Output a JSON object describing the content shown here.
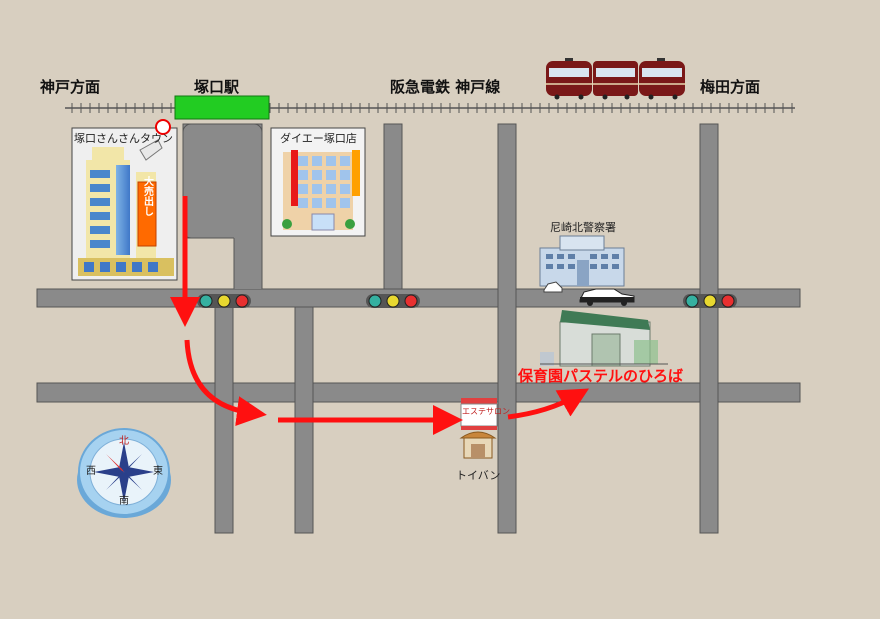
{
  "labels": {
    "kobe_direction": "神戸方面",
    "station": "塚口駅",
    "railway_line": "阪急電鉄 神戸線",
    "umeda_direction": "梅田方面",
    "tsukaguchi_town": "塚口さんさんタウン",
    "daiei": "ダイエー塚口店",
    "police": "尼崎北警察署",
    "destination": "保育園パステルのひろば",
    "toiban": "トイバン",
    "esthe_sign": "エステサロン",
    "sale_sign": "大売出し",
    "compass_north": "北",
    "compass_east": "東",
    "compass_south": "南",
    "compass_west": "西"
  },
  "colors": {
    "background": "#d8cfc0",
    "road": "#8a8a8a",
    "route": "#ff1010",
    "station": "#22cc22",
    "train": "#7a1818",
    "destination_text": "#ff1010"
  }
}
